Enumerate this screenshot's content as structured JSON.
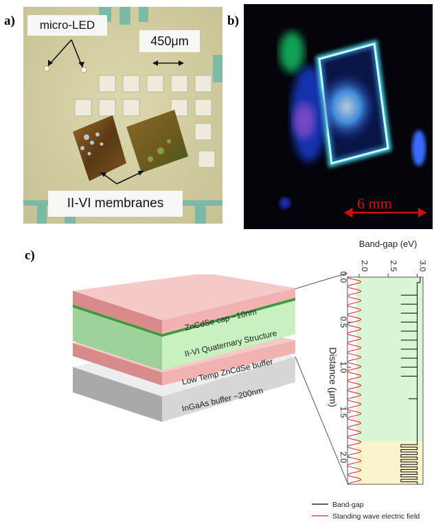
{
  "panel_a": {
    "label": "a)",
    "callout_microled": "micro-LED",
    "callout_scale": "450μm",
    "callout_membranes": "II-VI membranes"
  },
  "panel_b": {
    "label": "b)",
    "scale_text": "6 mm"
  },
  "panel_c": {
    "label": "c)",
    "layers": [
      {
        "name": "ZnCdSe cap ~10nm",
        "color": "#f4b8b8"
      },
      {
        "name": "II-VI Quaternary Structure",
        "color": "#c9f0c0"
      },
      {
        "name": "Low Temp ZnCdSe buffer",
        "color": "#f4b8b8"
      },
      {
        "name": "InGaAs buffer ~200nm",
        "color": "#e2e2e2"
      }
    ]
  },
  "chart_data": {
    "type": "line",
    "title": "Band-gap (eV)",
    "ylabel": "Distance (μm)",
    "xlim": [
      1.8,
      3.1
    ],
    "ylim": [
      0,
      2.3
    ],
    "x_ticks": [
      "2.0",
      "2.5",
      "3.0"
    ],
    "y_ticks": [
      "0.0",
      "0.5",
      "1.0",
      "1.5",
      "2.0"
    ],
    "series": [
      {
        "name": "Band-gap",
        "color": "#000000",
        "wells": [
          0.2,
          0.3,
          0.4,
          0.5,
          0.6,
          0.7,
          0.8,
          0.9,
          1.0,
          1.1
        ],
        "barrier_eV": 3.0,
        "well_eV": 2.72,
        "marker_depth": 1.35,
        "sl_depth_start": 1.86,
        "sl_periods": 8
      },
      {
        "name": "Standing wave electric field",
        "color": "#e02020"
      }
    ],
    "regions": [
      {
        "from": 0.0,
        "to": 1.82,
        "color": "#d9f5d6"
      },
      {
        "from": 1.82,
        "to": 2.3,
        "color": "#fbf3cc"
      }
    ]
  }
}
